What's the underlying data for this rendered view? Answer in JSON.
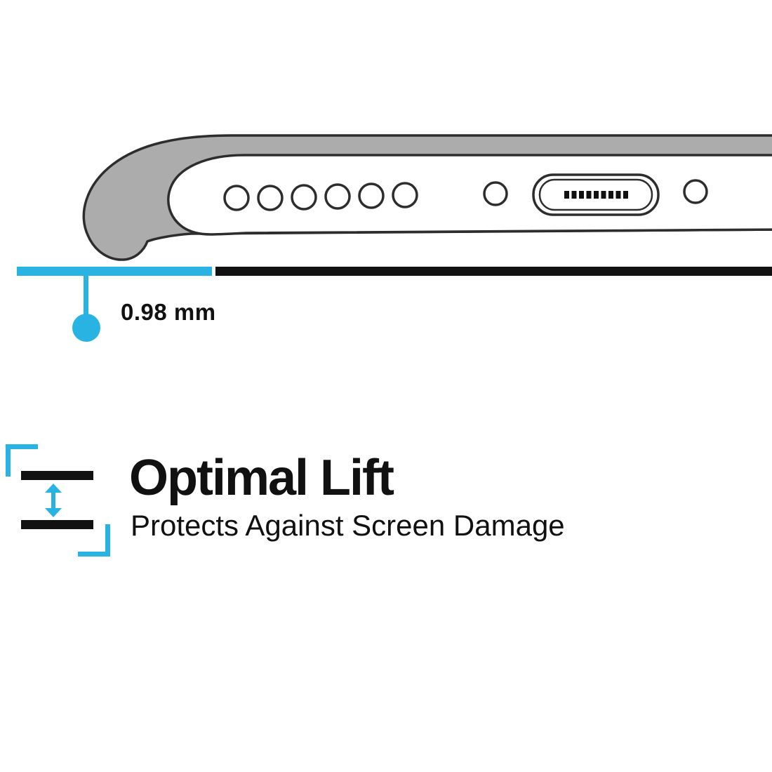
{
  "colors": {
    "accent": "#29b3e3",
    "case_gray": "#acacac",
    "outline": "#2d2d2d",
    "ink": "#111111"
  },
  "icons": {
    "lift_icon": "lift-spacing-icon",
    "arrow_icon": "double-vertical-arrow-icon"
  },
  "measurement": {
    "label": "0.98 mm"
  },
  "feature": {
    "title": "Optimal Lift",
    "subtitle": "Protects Against Screen Damage"
  }
}
